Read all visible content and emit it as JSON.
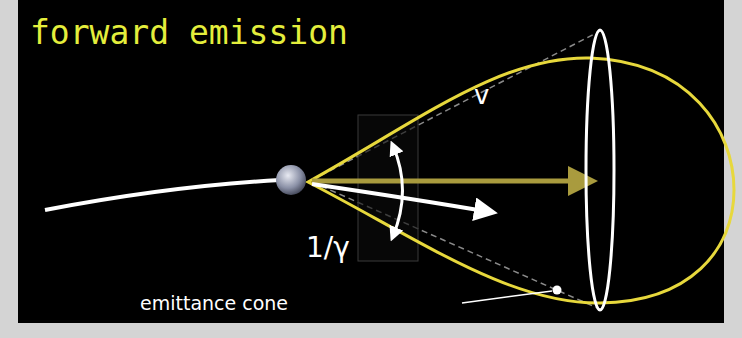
{
  "diagram": {
    "title": "forward emission",
    "labels": [
      "v",
      "1/γ",
      "emittance cone"
    ]
  }
}
